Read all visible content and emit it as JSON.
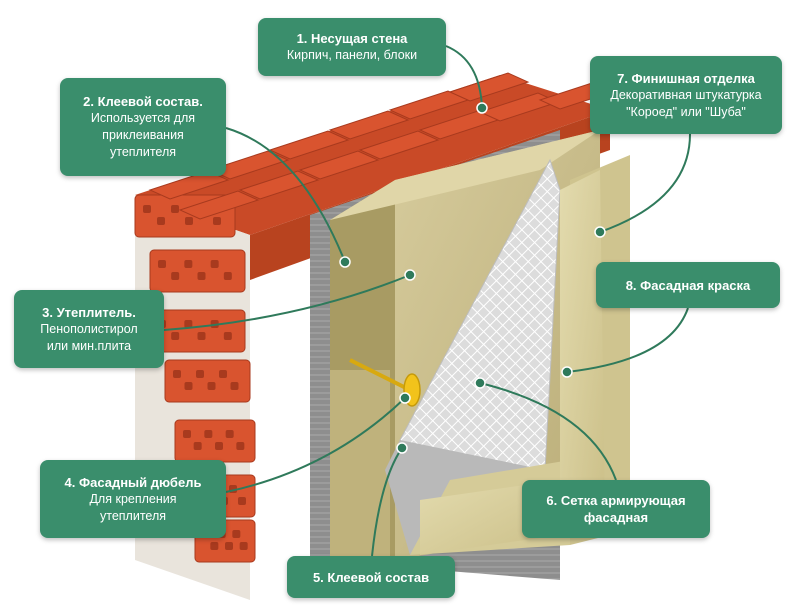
{
  "callouts": {
    "c1": {
      "title": "1. Несущая стена",
      "lines": [
        "Кирпич, панели, блоки"
      ]
    },
    "c2": {
      "title": "2. Клеевой состав.",
      "lines": [
        "Используется для",
        "приклеивания",
        "утеплителя"
      ]
    },
    "c3": {
      "title": "3. Утеплитель.",
      "lines": [
        "Пенополистирол",
        "или мин.плита"
      ]
    },
    "c4": {
      "title": "4. Фасадный дюбель",
      "lines": [
        "Для крепления",
        "утеплителя"
      ]
    },
    "c5": {
      "title": "5. Клеевой состав",
      "lines": []
    },
    "c6": {
      "title": "6. Сетка армирующая",
      "lines": [
        "фасадная"
      ]
    },
    "c7": {
      "title": "7. Финишная отделка",
      "lines": [
        "Декоративная штукатурка",
        "\"Короед\" или \"Шуба\""
      ]
    },
    "c8": {
      "title": "8. Фасадная краска",
      "lines": []
    }
  },
  "colors": {
    "callout_bg": "#3a8e6c",
    "leader": "#2f7a5b",
    "brick": "#d9542f",
    "brick_dark": "#a83a1e",
    "mortar": "#e9e4dc",
    "adhesive": "#9b9b9b",
    "insulation": "#c9bd8c",
    "mesh": "#e8e8e8",
    "plaster": "#d8cf9f",
    "dowel": "#f2c31b"
  }
}
